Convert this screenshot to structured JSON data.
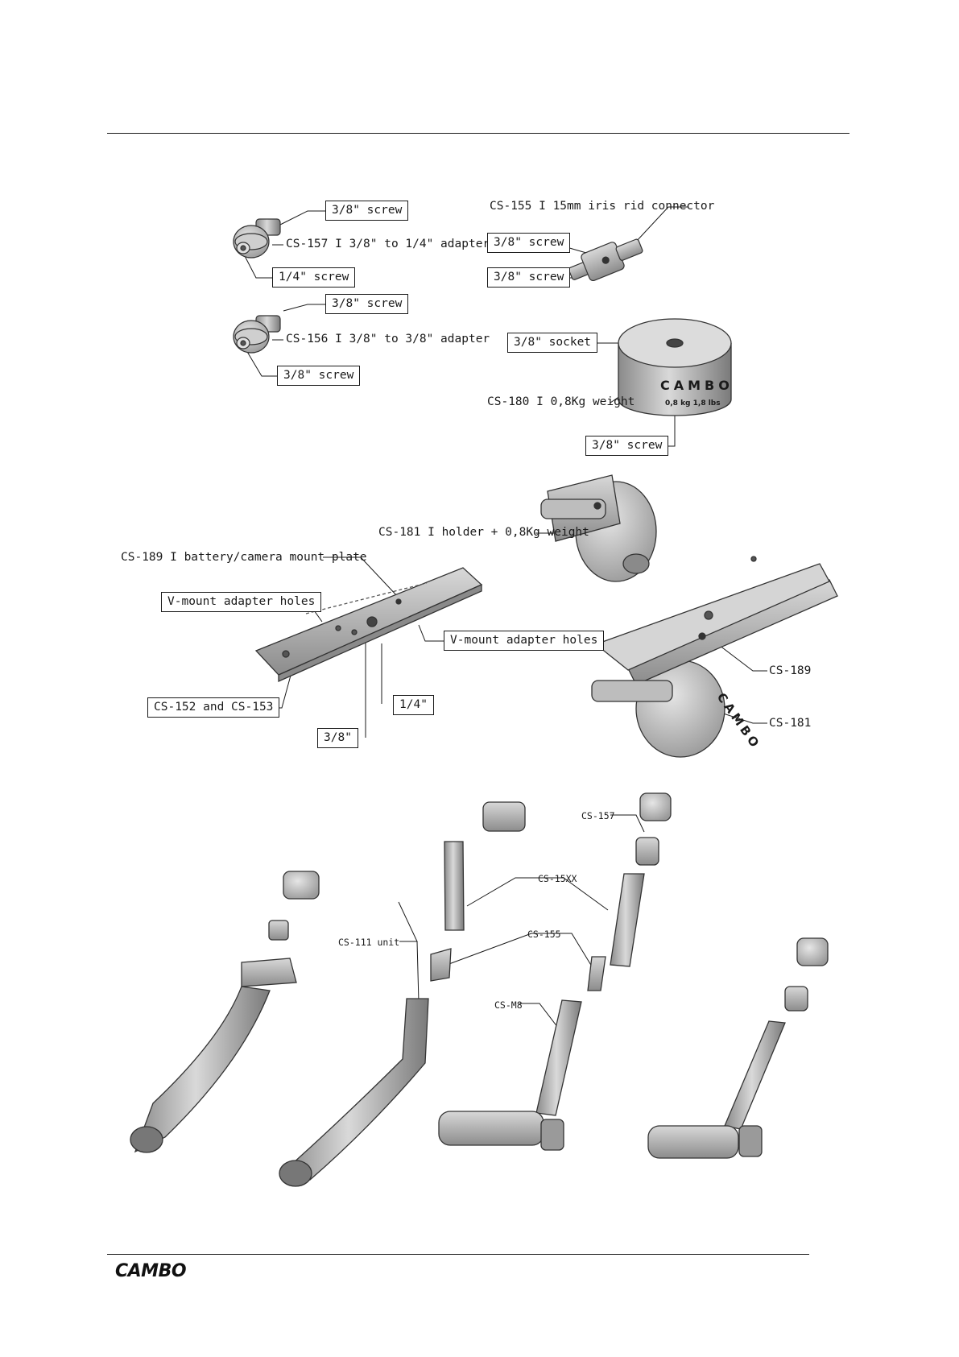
{
  "section_a": {
    "cs157": {
      "top_label": "3/8\" screw",
      "name": "CS-157 I 3/8\" to 1/4\" adapter",
      "bottom_label": "1/4\" screw"
    },
    "cs156": {
      "top_label": "3/8\" screw",
      "name": "CS-156 I 3/8\" to 3/8\" adapter",
      "bottom_label": "3/8\" screw"
    },
    "cs155": {
      "name": "CS-155 I 15mm iris rid connector",
      "label_1": "3/8\" screw",
      "label_2": "3/8\" screw"
    },
    "cs180": {
      "socket_label": "3/8\" socket",
      "name": "CS-180 I 0,8Kg weight",
      "screw_label": "3/8\" screw",
      "brand_text": "CAMBO",
      "weight_text": "0,8 kg  1,8 lbs"
    }
  },
  "section_b": {
    "cs181_name": "CS-181 I holder + 0,8Kg weight",
    "cs189_name": "CS-189 I battery/camera mount plate",
    "vmount_left": "V-mount adapter holes",
    "vmount_right": "V-mount adapter holes",
    "cs152": "CS-152 and CS-153",
    "quarter": "1/4\"",
    "three_eighths": "3/8\"",
    "assembly_cs189": "CS-189",
    "assembly_cs181": "CS-181",
    "brand_text": "CAMBO"
  },
  "section_c": {
    "cs157": "CS-157",
    "cs15xx": "CS-15XX",
    "cs111": "CS-111 unit",
    "cs155": "CS-155",
    "csm8": "CS-M8"
  },
  "footer": {
    "logo": "CAMBO"
  }
}
